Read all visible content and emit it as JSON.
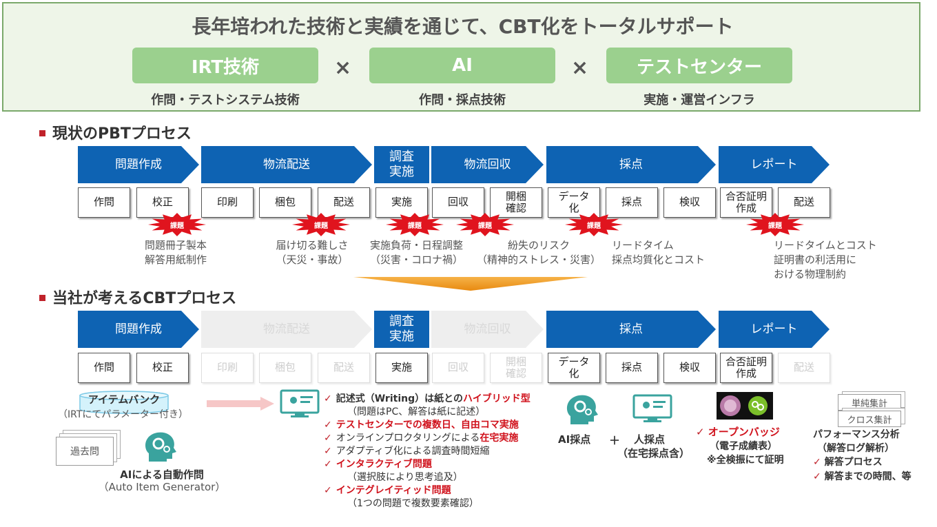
{
  "banner": {
    "title": "長年培われた技術と実績を通じて、CBT化をトータルサポート",
    "pills": [
      {
        "label": "IRT技術",
        "sub": "作問・テストシステム技術"
      },
      {
        "label": "AI",
        "sub": "作問・採点技術"
      },
      {
        "label": "テストセンター",
        "sub": "実施・運営インフラ"
      }
    ],
    "times": "×"
  },
  "pbt": {
    "heading": "現状のPBTプロセス",
    "stages": [
      "問題作成",
      "物流配送",
      "調査\n実施",
      "物流回収",
      "採点",
      "レポート"
    ],
    "tasks": [
      "作問",
      "校正",
      "印刷",
      "梱包",
      "配送",
      "実施",
      "回収",
      "開梱\n確認",
      "データ\n化",
      "採点",
      "検収",
      "合否証明\n作成",
      "配送"
    ],
    "burst_label": "課題",
    "issues": [
      "問題冊子製本\n解答用紙制作",
      "届け切る難しさ\n（天災・事故）",
      "実施負荷・日程調整\n（災害・コロナ禍）",
      "紛失のリスク\n（精神的ストレス・災害）",
      "リードタイム\n採点均質化とコスト",
      "リードタイムとコスト\n証明書の利活用に\nおける物理制約"
    ]
  },
  "cbt": {
    "heading": "当社が考えるCBTプロセス",
    "stages": [
      "問題作成",
      "物流配送",
      "調査\n実施",
      "物流回収",
      "採点",
      "レポート"
    ],
    "tasks": [
      "作問",
      "校正",
      "印刷",
      "梱包",
      "配送",
      "実施",
      "回収",
      "開梱\n確認",
      "データ\n化",
      "採点",
      "検収",
      "合否証明\n作成",
      "配送"
    ],
    "item_bank": {
      "label": "アイテムバンク",
      "sub": "（IRTにてパラメーター付き）"
    },
    "past_questions": "過去問",
    "auto_gen": {
      "title": "AIによる自動作問",
      "sub": "（Auto Item Generator）"
    },
    "list": [
      {
        "parts": [
          {
            "t": "記述式（Writing）は紙との",
            "s": "bold"
          },
          {
            "t": "ハイブリッド型",
            "s": "red"
          }
        ]
      },
      {
        "sub": "（問題はPC、解答は紙に記述）"
      },
      {
        "parts": [
          {
            "t": "テストセンターでの複数日、自由コマ実施",
            "s": "red"
          }
        ]
      },
      {
        "parts": [
          {
            "t": "オンラインプロクタリングによる",
            "s": ""
          },
          {
            "t": "在宅実施",
            "s": "red"
          }
        ]
      },
      {
        "parts": [
          {
            "t": "アダプティブ化による調査時間短縮",
            "s": ""
          }
        ]
      },
      {
        "parts": [
          {
            "t": "インタラクティブ問題",
            "s": "red"
          }
        ]
      },
      {
        "sub": "（選択肢により思考追及）"
      },
      {
        "parts": [
          {
            "t": "インテグレイティッド問題",
            "s": "red"
          }
        ]
      },
      {
        "sub": "（1つの問題で複数要素確認）"
      }
    ],
    "scoring": {
      "ai": "AI採点",
      "plus": "＋",
      "human": "人採点",
      "human_sub": "（在宅採点含）"
    },
    "badge": {
      "title": "オープンバッジ",
      "sub": "（電子成績表）",
      "note": "※全検振にて証明"
    },
    "report": {
      "papers": [
        "単純集計",
        "クロス集計"
      ],
      "title": "パフォーマンス分析",
      "sub": "（解答ログ解析）",
      "items": [
        "解答プロセス",
        "解答までの時間、等"
      ]
    }
  },
  "colors": {
    "stage": "#0e63b3",
    "ghost": "#eeeeee",
    "green": "#9bd08e",
    "red": "#d0121c",
    "burst": "#e0141e",
    "orange": "#f29c1f"
  }
}
